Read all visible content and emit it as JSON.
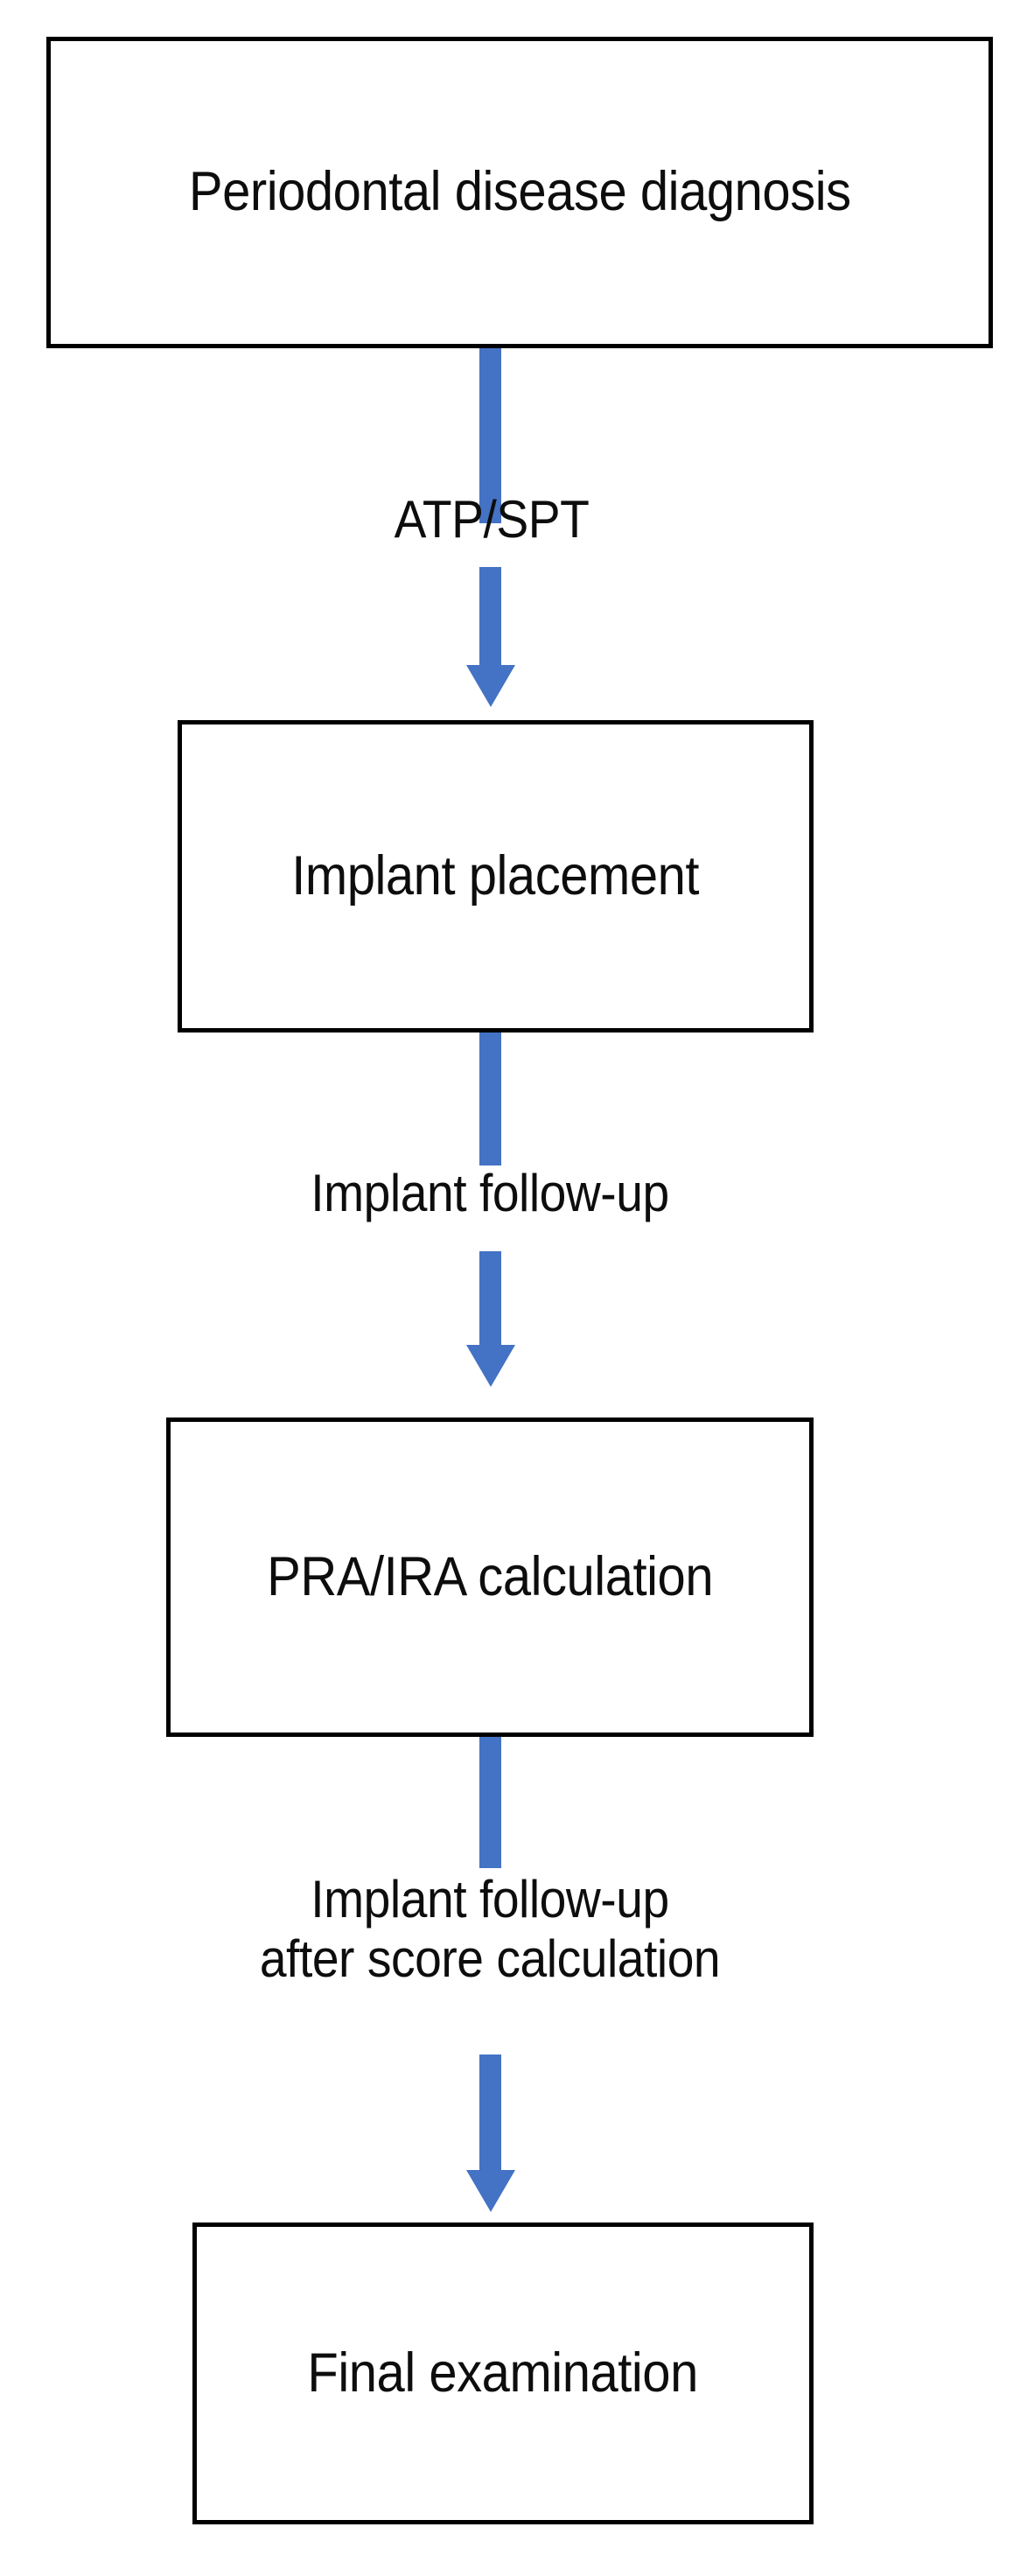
{
  "diagram": {
    "title": "Periodontal implant care workflow flowchart",
    "orientation": "vertical top-to-bottom",
    "colors": {
      "node_border": "#000000",
      "node_fill": "#FFFFFF",
      "node_text": "#0D0D0D",
      "arrow": "#4472C4",
      "background": "#FFFFFF"
    },
    "nodes": [
      {
        "id": "node-0",
        "label": "Periodontal disease diagnosis",
        "shape": "rectangle"
      },
      {
        "id": "node-1",
        "label": "Implant placement",
        "shape": "rectangle"
      },
      {
        "id": "node-2",
        "label": "PRA/IRA calculation",
        "shape": "rectangle"
      },
      {
        "id": "node-3",
        "label": "Final examination",
        "shape": "rectangle"
      }
    ],
    "edges": [
      {
        "id": "edge-0",
        "from": "node-0",
        "to": "node-1",
        "label_lines": [
          "ATP/SPT"
        ],
        "arrowhead": "down"
      },
      {
        "id": "edge-1",
        "from": "node-1",
        "to": "node-2",
        "label_lines": [
          "Implant follow-up"
        ],
        "arrowhead": "down"
      },
      {
        "id": "edge-2",
        "from": "node-2",
        "to": "node-3",
        "label_lines": [
          "Implant follow-up",
          "after score calculation"
        ],
        "arrowhead": "down"
      }
    ]
  }
}
